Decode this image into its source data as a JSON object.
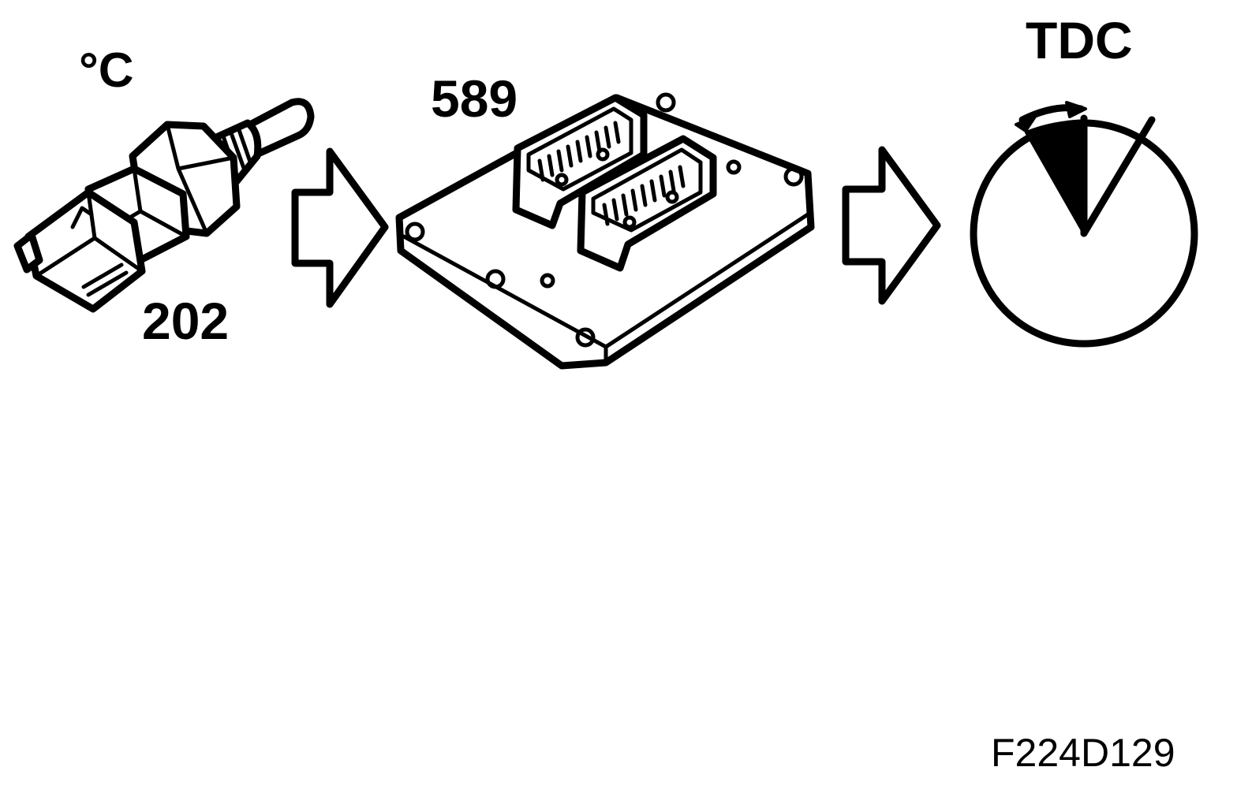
{
  "sensor": {
    "unit_label": "°C",
    "number": "202"
  },
  "control_unit": {
    "number": "589"
  },
  "timing": {
    "label": "TDC"
  },
  "figure_id": "F224D129",
  "colors": {
    "ink": "#000000",
    "paper": "#ffffff"
  },
  "icons": [
    "temperature-sensor-icon",
    "arrow-right-icon",
    "control-unit-icon",
    "arrow-right-icon",
    "timing-dial-icon"
  ]
}
